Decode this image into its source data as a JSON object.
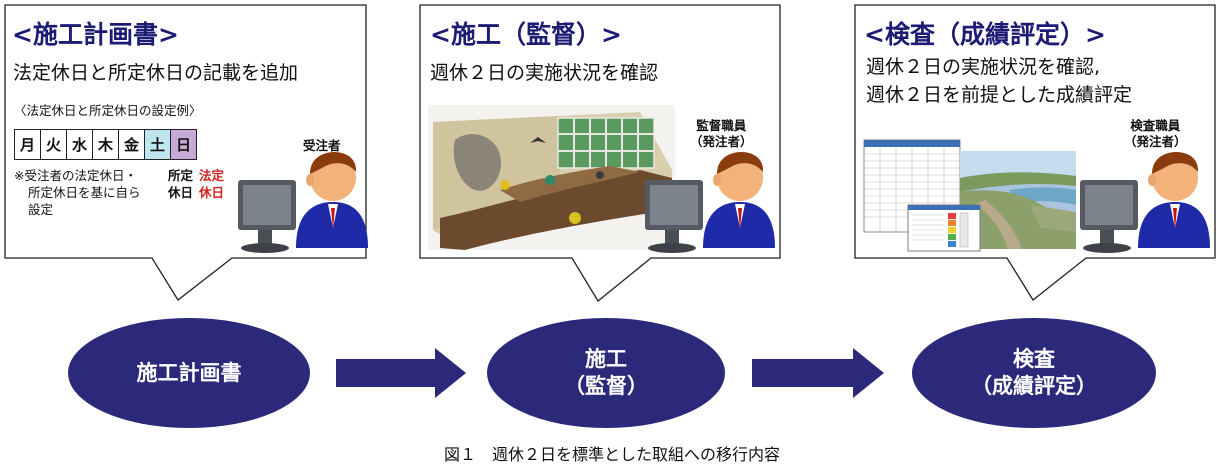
{
  "colors": {
    "accent": "#1c1c74",
    "oval": "#2b2a7a",
    "saturday": "#bfe6ee",
    "sunday": "#c8a8d6",
    "legal_red": "#d42020"
  },
  "panels": [
    {
      "title": "<施工計画書>",
      "desc": [
        "法定休日と所定休日の記載を追加"
      ],
      "sub_title": "〈法定休日と所定休日の設定例〉",
      "days": [
        "月",
        "火",
        "水",
        "木",
        "金",
        "土",
        "日"
      ],
      "note_lines": [
        "※受注者の法定休日・",
        "所定休日を基に自ら",
        "設定"
      ],
      "shotei_label": [
        "所定",
        "休日"
      ],
      "houtei_label": [
        "法定",
        "休日"
      ],
      "role": [
        "受注者"
      ]
    },
    {
      "title": "<施工（監督）>",
      "desc": [
        "週休２日の実施状況を確認"
      ],
      "role": [
        "監督職員",
        "（発注者）"
      ]
    },
    {
      "title": "<検査（成績評定）>",
      "desc": [
        "週休２日の実施状況を確認,",
        "週休２日を前提とした成績評定"
      ],
      "role": [
        "検査職員",
        "（発注者）"
      ]
    }
  ],
  "flow": [
    {
      "lines": [
        "施工計画書"
      ]
    },
    {
      "lines": [
        "施工",
        "（監督）"
      ]
    },
    {
      "lines": [
        "検査",
        "（成績評定）"
      ]
    }
  ],
  "caption": "図１　週休２日を標準とした取組への移行内容"
}
